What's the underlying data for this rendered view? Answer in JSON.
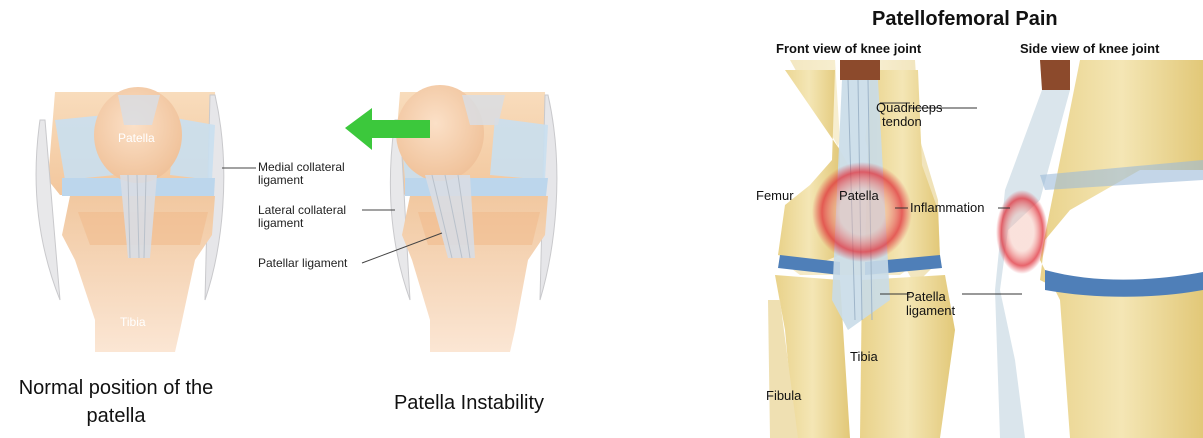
{
  "left": {
    "captions": {
      "normal": "Normal position of the patella",
      "instability": "Patella Instability"
    },
    "labels": {
      "patella": "Patella",
      "tibia": "Tibia",
      "medial_collateral_1": "Medial collateral",
      "medial_collateral_2": "ligament",
      "lateral_collateral_1": "Lateral collateral",
      "lateral_collateral_2": "ligament",
      "patellar_ligament": "Patellar ligament"
    },
    "arrow_color": "#3cc83c"
  },
  "right": {
    "title": "Patellofemoral Pain",
    "front_view": "Front view of knee joint",
    "side_view": "Side view of knee joint",
    "labels": {
      "quadriceps_1": "Quadriceps",
      "quadriceps_2": "tendon",
      "femur": "Femur",
      "patella": "Patella",
      "inflammation": "Inflammation",
      "patella_ligament_1": "Patella",
      "patella_ligament_2": "ligament",
      "tibia": "Tibia",
      "fibula": "Fibula"
    },
    "inflammation_color": "#e0303a"
  }
}
